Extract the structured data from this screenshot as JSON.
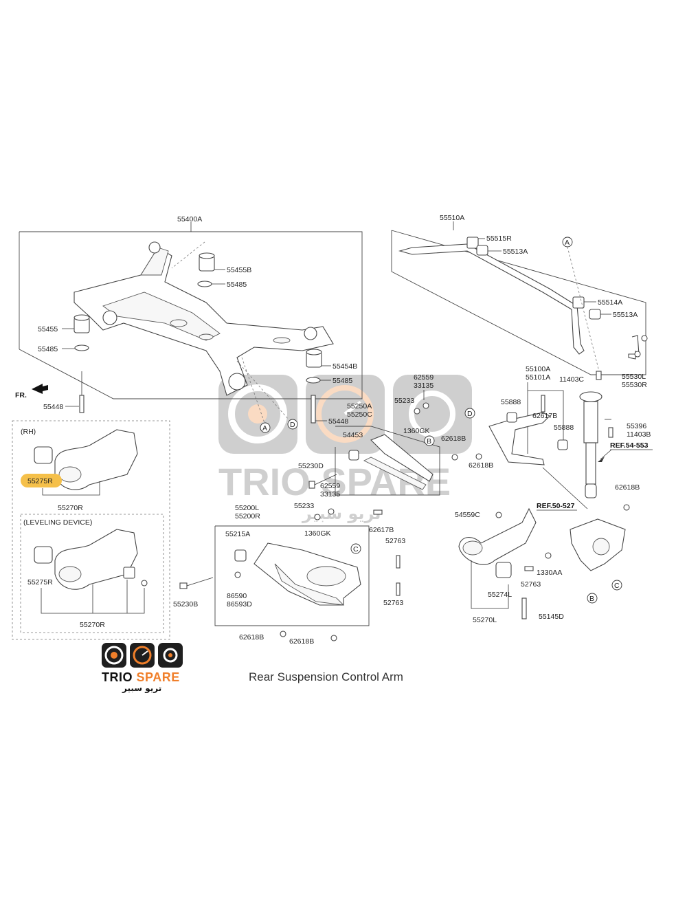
{
  "main_diagram": {
    "labels": {
      "l55400A": "55400A",
      "l55455B": "55455B",
      "l55485a": "55485",
      "l55455": "55455",
      "l55485b": "55485",
      "l55448a": "55448",
      "l55454B": "55454B",
      "l55485c": "55485",
      "l55448b": "55448",
      "lFR": "FR.",
      "l55510A": "55510A",
      "l55515R": "55515R",
      "l55513Aa": "55513A",
      "l55514A": "55514A",
      "l55513Ab": "55513A",
      "l11403Ca": "11403C",
      "l55530L": "55530L",
      "l55530R": "55530R",
      "l55100A": "55100A",
      "l55101A": "55101A",
      "l55888a": "55888",
      "l62617Ba": "62617B",
      "l55888b": "55888",
      "l62618Ba": "62618B",
      "l55396": "55396",
      "l11403B": "11403B",
      "lREF54": "REF.54-553",
      "l62559a": "62559",
      "l33135a": "33135",
      "l55233a": "55233",
      "l1360GKa": "1360GK",
      "l55250A": "55250A",
      "l55250C": "55250C",
      "l54453": "54453",
      "l62618Bb": "62618B",
      "l55230D": "55230D",
      "l62559b": "62559",
      "l33135b": "33135",
      "l55233b": "55233",
      "l1360GKb": "1360GK",
      "l62617Bb": "62617B",
      "l55200L": "55200L",
      "l55200R": "55200R",
      "l55215A": "55215A",
      "l52763a": "52763",
      "l86590": "86590",
      "l86593D": "86593D",
      "l52763b": "52763",
      "l55230B": "55230B",
      "l62618Bc": "62618B",
      "l62618Bd": "62618B",
      "l62618Be": "62618B",
      "lREF50": "REF.50-527",
      "l54559C": "54559C",
      "l1330AA": "1330AA",
      "l52763c": "52763",
      "l55274L": "55274L",
      "l55145D": "55145D",
      "l55270L": "55270L",
      "lRH": "(RH)",
      "l55275Ra": "55275R",
      "l55270Ra": "55270R",
      "lLEVEL": "(LEVELING DEVICE)",
      "l55275Rb": "55275R",
      "l55270Rb": "55270R"
    },
    "ref_markers": {
      "A1": "A",
      "D1": "D",
      "A2": "A",
      "D2": "D",
      "B1": "B",
      "C1": "C",
      "B2": "B",
      "C2": "C"
    },
    "highlight_color": "#f5c04a"
  },
  "branding": {
    "name_part1": "TRIO",
    "name_part2": "SPARE",
    "arabic_name": "تريو سبير",
    "watermark_name": "TRIO SPARE",
    "watermark_arabic": "تريو سبير",
    "accent_color": "#f07f2a"
  },
  "caption": "Rear Suspension Control Arm"
}
